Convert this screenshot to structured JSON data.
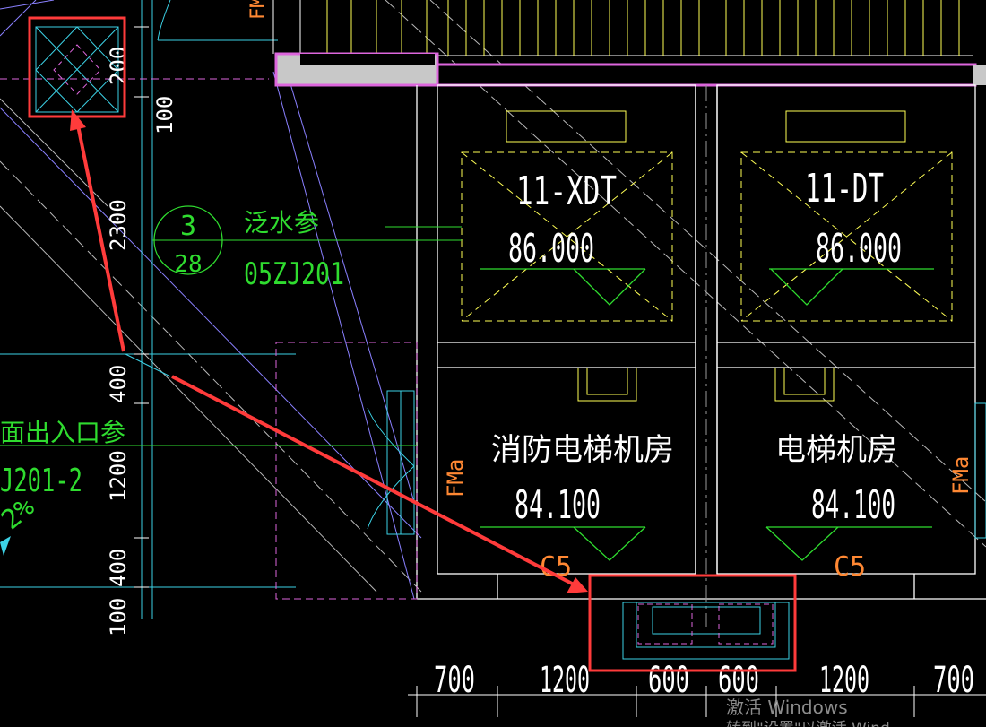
{
  "elevators": [
    {
      "code": "11-XDT",
      "elevation": "86.000",
      "room_name": "消防电梯机房",
      "room_elevation": "84.100",
      "column": "C5"
    },
    {
      "code": "11-DT",
      "elevation": "86.000",
      "room_name": "电梯机房",
      "room_elevation": "84.100",
      "column": "C5"
    }
  ],
  "detail_callout": {
    "number": "3",
    "sheet": "28",
    "note": "泛水参",
    "standard": "05ZJ201"
  },
  "left_notes": {
    "note": "面出入口参",
    "standard": "J201-2",
    "fragment": "2%"
  },
  "door_tags": {
    "left_top": "FM",
    "left": "FMa",
    "right": "FMa"
  },
  "dimensions": {
    "vertical": [
      "200",
      "100",
      "2300",
      "400",
      "1200",
      "400",
      "100"
    ],
    "horizontal": [
      "700",
      "1200",
      "600",
      "600",
      "1200",
      "700"
    ]
  },
  "watermark": {
    "line1": "激活 Windows",
    "line2": "转到\"设置\"以激活 Wind"
  },
  "colors": {
    "background": "#000000",
    "wall": "#ffffff",
    "yellow": "#ffff55",
    "green": "#2fdc2f",
    "cyan": "#3cd2e6",
    "magenta": "#dd66dd",
    "orange": "#ff8833",
    "highlight": "#ff3b3b"
  }
}
